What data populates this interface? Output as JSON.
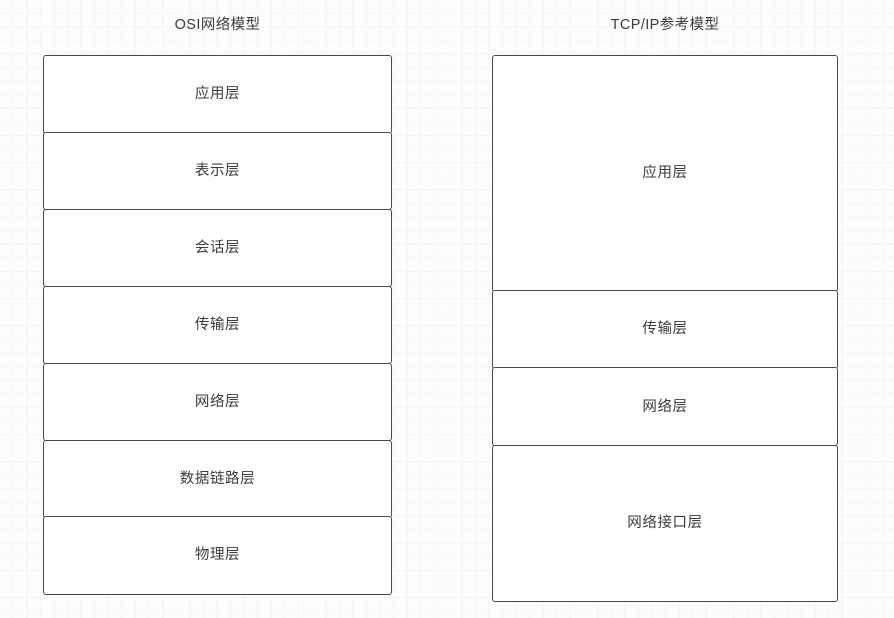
{
  "diagram": {
    "type": "layered-comparison-diagram",
    "background": "#fdfdfd",
    "grid_color": "#eceff1",
    "box_border_color": "#4a4a4a",
    "box_fill_color": "#ffffff",
    "text_color": "#3c3c3c",
    "columns": [
      {
        "id": "osi",
        "title": "OSI网络模型",
        "layers": [
          {
            "label": "应用层",
            "span": 1
          },
          {
            "label": "表示层",
            "span": 1
          },
          {
            "label": "会话层",
            "span": 1
          },
          {
            "label": "传输层",
            "span": 1
          },
          {
            "label": "网络层",
            "span": 1
          },
          {
            "label": "数据链路层",
            "span": 1
          },
          {
            "label": "物理层",
            "span": 1
          }
        ]
      },
      {
        "id": "tcpip",
        "title": "TCP/IP参考模型",
        "layers": [
          {
            "label": "应用层",
            "span": 3
          },
          {
            "label": "传输层",
            "span": 1
          },
          {
            "label": "网络层",
            "span": 1
          },
          {
            "label": "网络接口层",
            "span": 2
          }
        ]
      }
    ]
  }
}
